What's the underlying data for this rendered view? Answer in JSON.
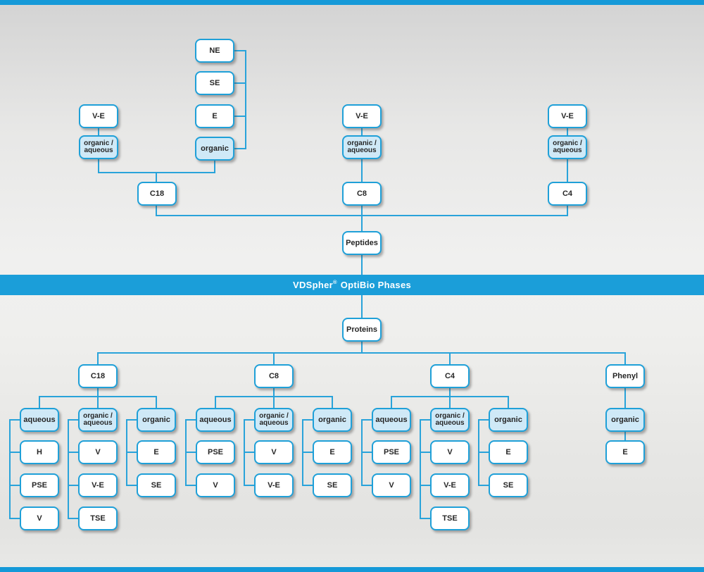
{
  "meta": {
    "accent_blue": "#1b9ed9",
    "line_blue": "#29a3da",
    "box_border_blue": "#1fa0d8",
    "light_fill_blue": "#cfe9f7",
    "box_fill_white": "#ffffff"
  },
  "banner": {
    "brand": "VDSpher",
    "reg": "®",
    "rest": "OptiBio Phases"
  },
  "peptides_section": {
    "root_label": "Peptides",
    "c18_branch": {
      "label": "C18",
      "left": {
        "grade": "V-E",
        "mode": "organic / aqueous"
      },
      "right": {
        "grades": [
          "NE",
          "SE",
          "E"
        ],
        "mode": "organic"
      }
    },
    "c8_branch": {
      "label": "C8",
      "grade": "V-E",
      "mode": "organic / aqueous"
    },
    "c4_branch": {
      "label": "C4",
      "grade": "V-E",
      "mode": "organic / aqueous"
    }
  },
  "proteins_section": {
    "root_label": "Proteins",
    "groups": [
      {
        "label": "C18",
        "subgroups": [
          {
            "mode": "aqueous",
            "grades": [
              "H",
              "PSE",
              "V"
            ]
          },
          {
            "mode": "organic / aqueous",
            "grades": [
              "V",
              "V-E",
              "TSE"
            ]
          },
          {
            "mode": "organic",
            "grades": [
              "E",
              "SE"
            ]
          }
        ]
      },
      {
        "label": "C8",
        "subgroups": [
          {
            "mode": "aqueous",
            "grades": [
              "PSE",
              "V"
            ]
          },
          {
            "mode": "organic / aqueous",
            "grades": [
              "V",
              "V-E"
            ]
          },
          {
            "mode": "organic",
            "grades": [
              "E",
              "SE"
            ]
          }
        ]
      },
      {
        "label": "C4",
        "subgroups": [
          {
            "mode": "aqueous",
            "grades": [
              "PSE",
              "V"
            ]
          },
          {
            "mode": "organic / aqueous",
            "grades": [
              "V",
              "V-E",
              "TSE"
            ]
          },
          {
            "mode": "organic",
            "grades": [
              "E",
              "SE"
            ]
          }
        ]
      },
      {
        "label": "Phenyl",
        "subgroups": [
          {
            "mode": "organic",
            "grades": [
              "E"
            ]
          }
        ]
      }
    ]
  }
}
